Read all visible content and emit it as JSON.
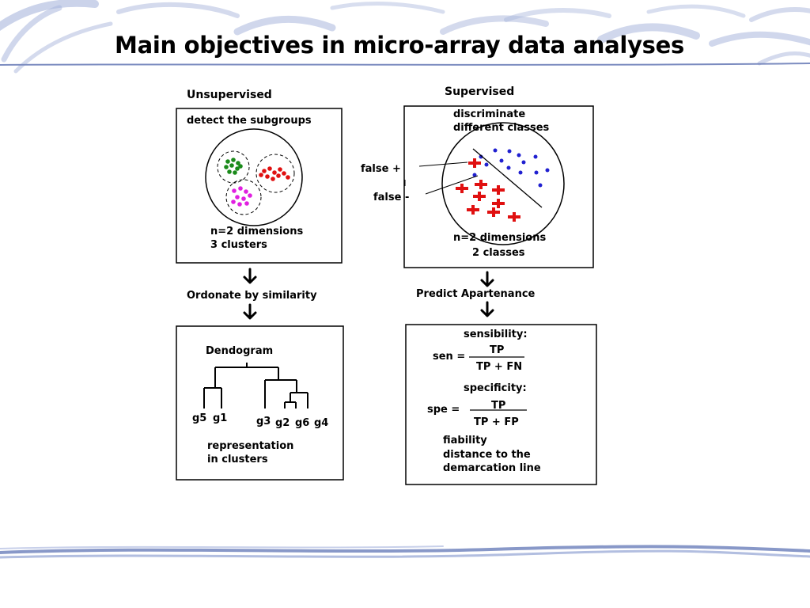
{
  "slide": {
    "title": "Main objectives in micro-array data analyses"
  },
  "unsupervised": {
    "heading": "Unsupervised",
    "box1": {
      "label": "detect the subgroups",
      "caption_line1": "n=2 dimensions",
      "caption_line2": "3 clusters"
    },
    "arrow_label": "Ordonate by similarity",
    "box2": {
      "title": "Dendogram",
      "leaves": [
        "g5",
        "g1",
        "g3",
        "g2",
        "g6",
        "g4"
      ],
      "caption_line1": "representation",
      "caption_line2": "in clusters"
    }
  },
  "supervised": {
    "heading": "Supervised",
    "box1": {
      "label_line1": "discriminate",
      "label_line2": "different classes",
      "false_pos": "false +",
      "false_neg": "false -",
      "caption_line1": "n=2 dimensions",
      "caption_line2": "2 classes"
    },
    "arrow_label": "Predict Apartenance",
    "box2": {
      "sens_title": "sensibility:",
      "sens_lhs": "sen =",
      "sens_num": "TP",
      "sens_den": "TP + FN",
      "spec_title": "specificity:",
      "spec_lhs": "spe =",
      "spec_num": "TP",
      "spec_den": "TP +  FP",
      "note_line1": "fiability",
      "note_line2": "distance to the",
      "note_line3": "demarcation line"
    }
  },
  "colors": {
    "cluster_green": "#1a8a1a",
    "cluster_red": "#e01010",
    "cluster_magenta": "#e020e0",
    "class_blue": "#2020d0",
    "class_red": "#e01010",
    "swoosh": "#8898c8"
  }
}
